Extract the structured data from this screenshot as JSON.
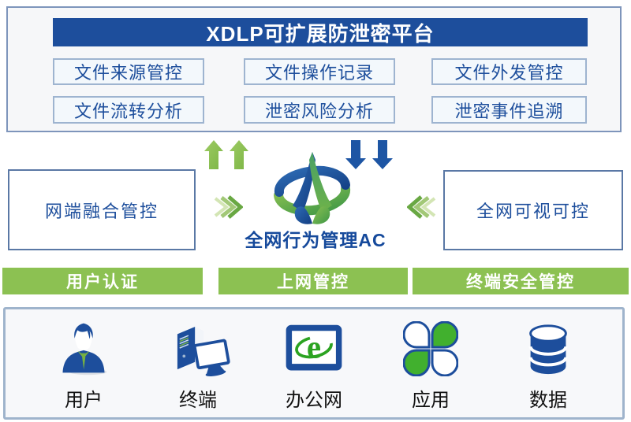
{
  "platform": {
    "title": "XDLP可扩展防泄密平台",
    "modules": [
      "文件来源管控",
      "文件操作记录",
      "文件外发管控",
      "文件流转分析",
      "泄密风险分析",
      "泄密事件追溯"
    ]
  },
  "middle": {
    "left_label": "网端融合管控",
    "right_label": "全网可视可控",
    "ac_label": "全网行为管理AC"
  },
  "bars": [
    "用户认证",
    "上网管控",
    "终端安全管控"
  ],
  "assets": {
    "items": [
      {
        "label": "用户",
        "icon": "user-icon"
      },
      {
        "label": "终端",
        "icon": "terminal-icon"
      },
      {
        "label": "办公网",
        "icon": "office-network-icon"
      },
      {
        "label": "应用",
        "icon": "apps-icon"
      },
      {
        "label": "数据",
        "icon": "database-icon"
      }
    ],
    "browser_letter": "e"
  },
  "colors": {
    "header_blue": "#1d4e9c",
    "text_blue": "#1d4e9c",
    "bar_green": "#8cc152",
    "arrow_green": "#8bc14f",
    "arrow_blue": "#1d55a4",
    "logo_green": "#5fb246",
    "logo_blue": "#1d4e9c"
  }
}
